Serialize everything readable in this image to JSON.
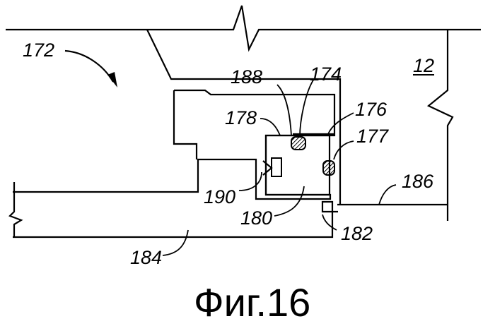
{
  "figure": {
    "caption": "Фиг.16",
    "labels": {
      "l172": "172",
      "l12": "12",
      "l188": "188",
      "l174": "174",
      "l176": "176",
      "l178": "178",
      "l177": "177",
      "l186": "186",
      "l190": "190",
      "l180": "180",
      "l182": "182",
      "l184": "184"
    }
  }
}
